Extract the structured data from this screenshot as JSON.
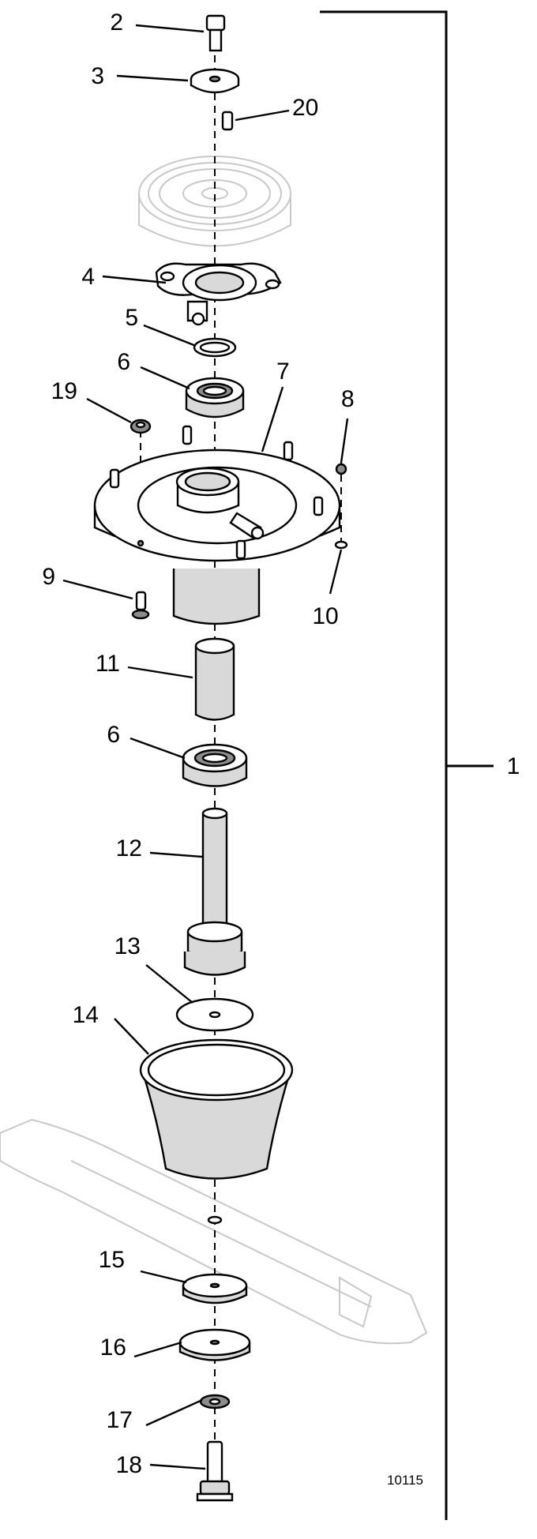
{
  "diagram": {
    "callouts": [
      {
        "id": "p2",
        "text": "2"
      },
      {
        "id": "p3",
        "text": "3"
      },
      {
        "id": "p20",
        "text": "20"
      },
      {
        "id": "p4",
        "text": "4"
      },
      {
        "id": "p5",
        "text": "5"
      },
      {
        "id": "p6a",
        "text": "6"
      },
      {
        "id": "p7",
        "text": "7"
      },
      {
        "id": "p8",
        "text": "8"
      },
      {
        "id": "p19",
        "text": "19"
      },
      {
        "id": "p9",
        "text": "9"
      },
      {
        "id": "p10",
        "text": "10"
      },
      {
        "id": "p11",
        "text": "11"
      },
      {
        "id": "p6b",
        "text": "6"
      },
      {
        "id": "p12",
        "text": "12"
      },
      {
        "id": "p13",
        "text": "13"
      },
      {
        "id": "p14",
        "text": "14"
      },
      {
        "id": "p15",
        "text": "15"
      },
      {
        "id": "p16",
        "text": "16"
      },
      {
        "id": "p17",
        "text": "17"
      },
      {
        "id": "p18",
        "text": "18"
      },
      {
        "id": "p1",
        "text": "1"
      }
    ],
    "figure_number": "10115"
  }
}
